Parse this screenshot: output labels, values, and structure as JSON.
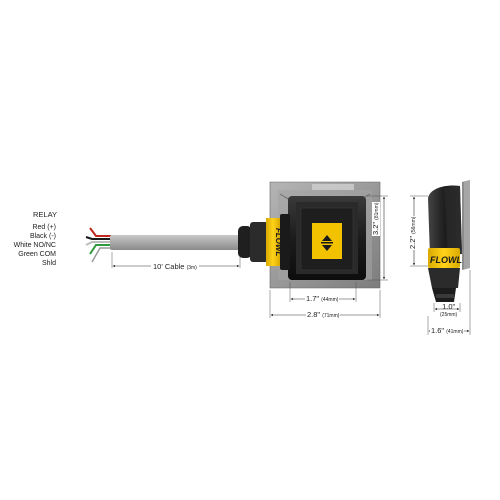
{
  "wiring": {
    "title": "RELAY",
    "wires": [
      {
        "label": "Red (+)",
        "color": "#c0281e"
      },
      {
        "label": "Black (-)",
        "color": "#1a1a1a"
      },
      {
        "label": "White NO/NC",
        "color": "#e8e8e8"
      },
      {
        "label": "Green COM",
        "color": "#2f9a3c"
      },
      {
        "label": "Shld",
        "color": "#9a9a9a"
      }
    ]
  },
  "cable": {
    "length_main": "10' Cable",
    "length_metric": "(3m)"
  },
  "front": {
    "inner_width_main": "1.7\"",
    "inner_width_metric": "(44mm)",
    "outer_width_main": "2.8\"",
    "outer_width_metric": "(71mm)",
    "height_main": "3.2\"",
    "height_metric": "(81mm)"
  },
  "side": {
    "height_main": "2.2\"",
    "height_metric": "(56mm)",
    "depth_main": "1.0\"",
    "depth_metric": "(25mm)",
    "width_main": "1.6\"",
    "width_metric": "(41mm)"
  },
  "brand": {
    "logo_text": "FLOWL"
  },
  "colors": {
    "body": "#1c1c1c",
    "accent": "#f2c200",
    "plate": "#9b9b9b",
    "cable": "#a9a9a9"
  }
}
